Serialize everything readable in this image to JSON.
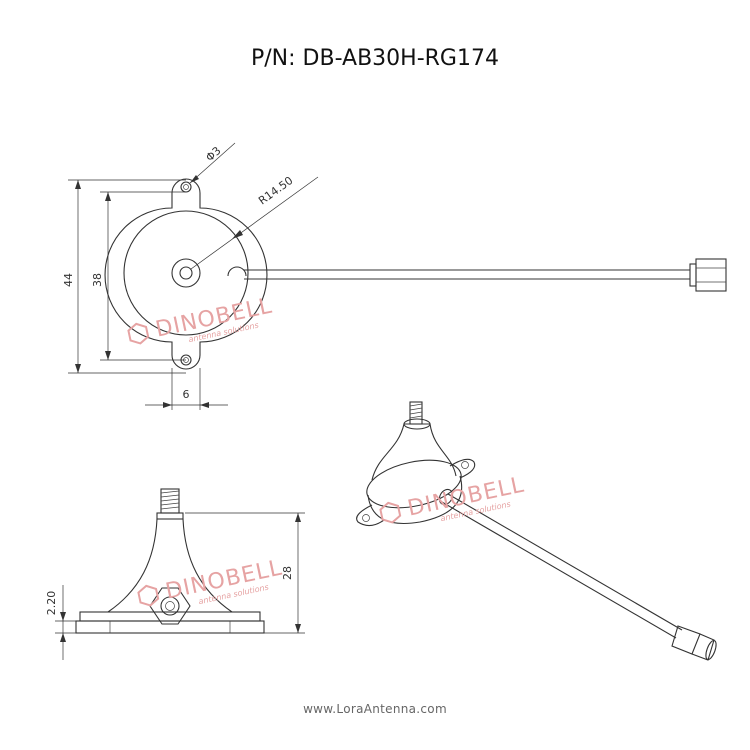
{
  "title": "P/N: DB-AB30H-RG174",
  "footer": "www.LoraAntenna.com",
  "watermark": {
    "brand": "DINOBELL",
    "tagline": "antenna solutions",
    "color": "#e6a3a3"
  },
  "dimensions": {
    "hole_dia": "Φ3",
    "radius": "R14.50",
    "overall_height": "44",
    "hole_spacing": "38",
    "tab_width": "6",
    "base_thickness": "2.20",
    "side_height": "28"
  }
}
